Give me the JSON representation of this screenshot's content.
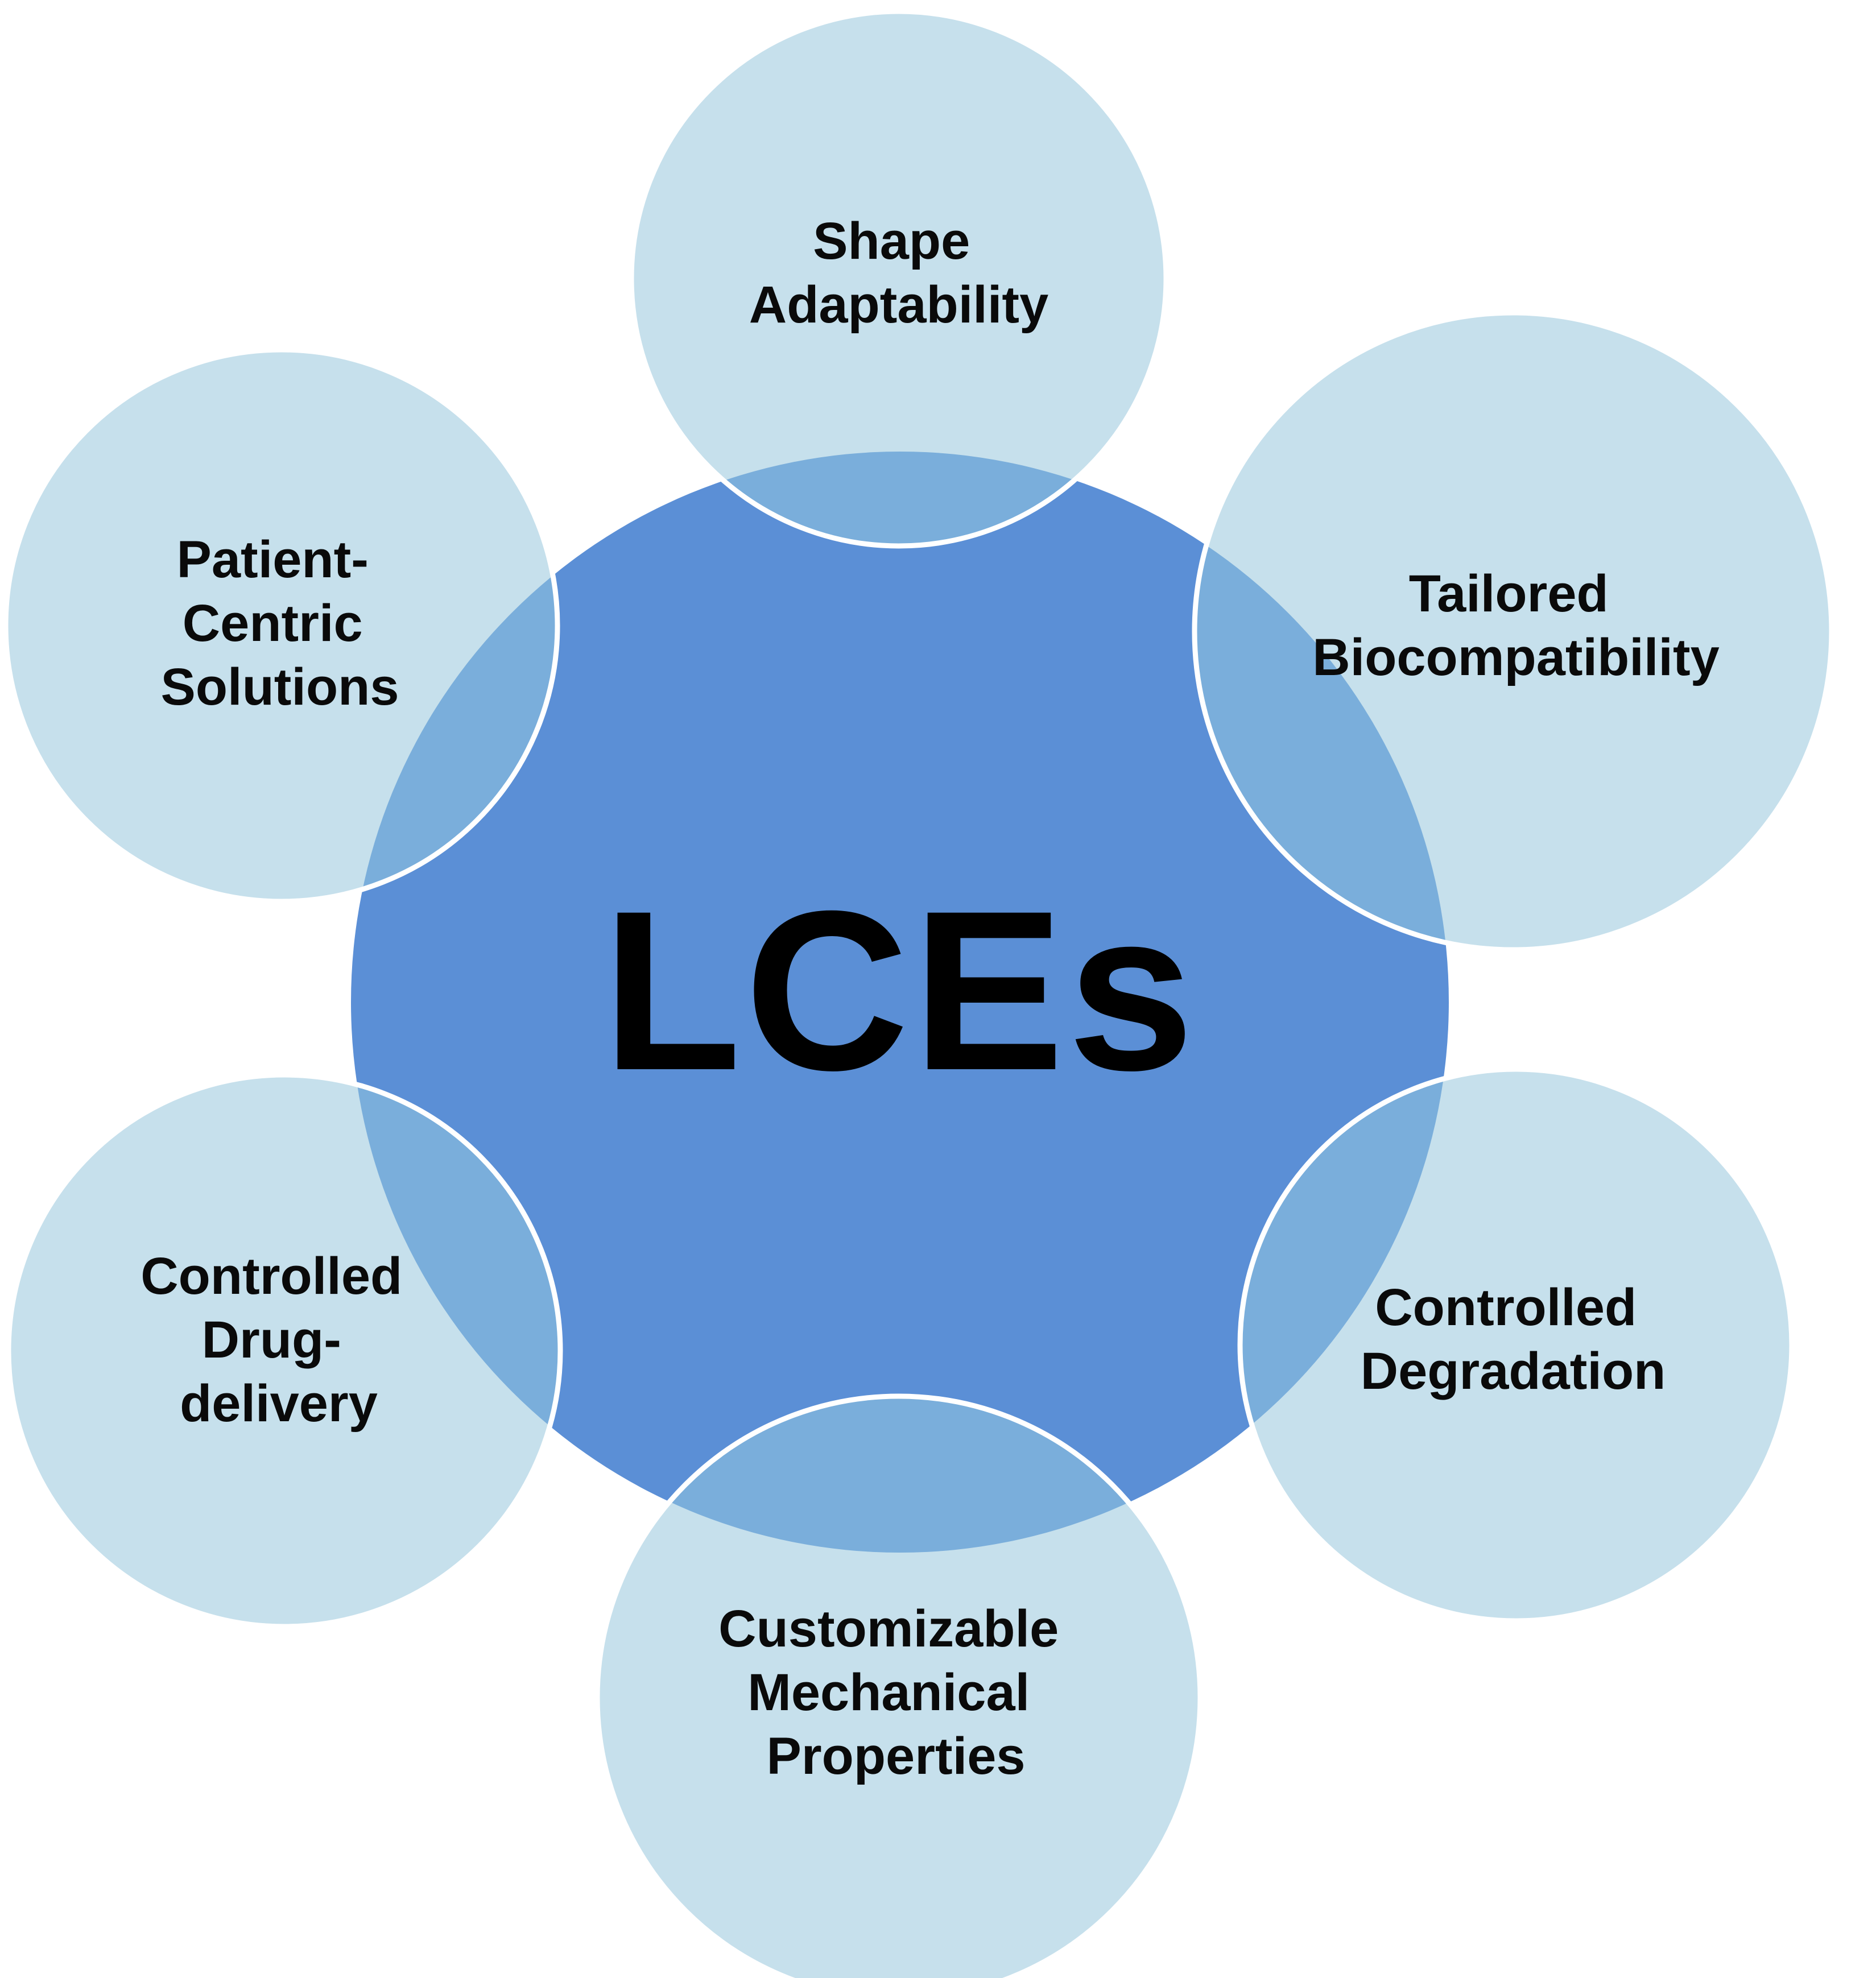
{
  "center": {
    "label": "LCEs"
  },
  "satellites": [
    {
      "lines": [
        "Shape",
        "Adaptability"
      ]
    },
    {
      "lines": [
        "Tailored",
        "Biocompatibility"
      ]
    },
    {
      "lines": [
        "Controlled",
        "Degradation"
      ]
    },
    {
      "lines": [
        "Customizable",
        "Mechanical",
        "Properties"
      ]
    },
    {
      "lines": [
        "Controlled",
        "Drug-",
        "delivery"
      ]
    },
    {
      "lines": [
        "Patient-",
        "Centric",
        "Solutions"
      ]
    }
  ],
  "colors": {
    "center_fill": "#5B8FD6",
    "satellite_fill": "#C6E0EC",
    "overlap_fill": "#7AAEDB",
    "ring_stroke": "#FFFFFF",
    "text": "#000000"
  }
}
